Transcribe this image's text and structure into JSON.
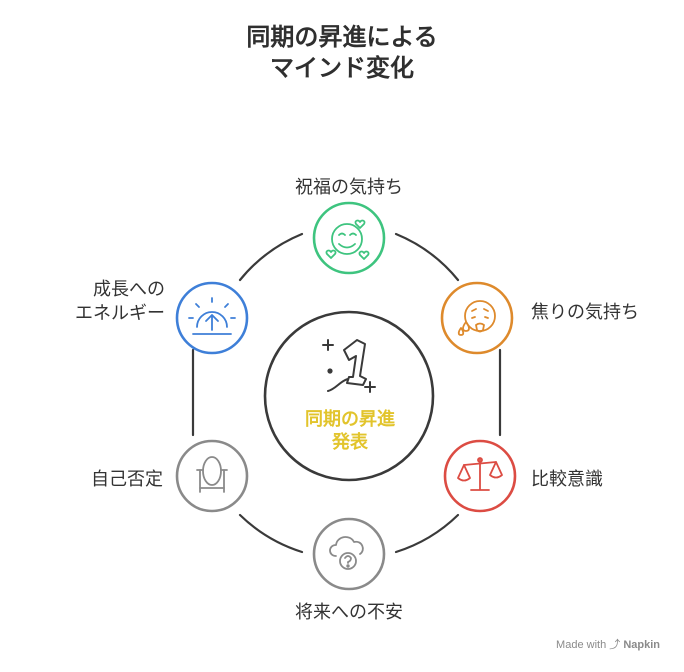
{
  "title": {
    "line1": "同期の昇進による",
    "line2": "マインド変化"
  },
  "center": {
    "line1": "同期の昇進",
    "line2": "発表",
    "icon": "number-one-sparkle-icon",
    "color": "#e2c42c"
  },
  "nodes": [
    {
      "id": "celebration",
      "label": "祝福の気持ち",
      "icon": "smiling-face-hearts-icon",
      "color": "#3ec47f"
    },
    {
      "id": "impatience",
      "label": "焦りの気持ち",
      "icon": "sweating-face-tongue-icon",
      "color": "#de8a2c"
    },
    {
      "id": "comparison",
      "label": "比較意識",
      "icon": "balance-scale-icon",
      "color": "#dc4c43"
    },
    {
      "id": "anxiety",
      "label": "将来への不安",
      "icon": "cloud-question-icon",
      "color": "#8a8a8a"
    },
    {
      "id": "self-denial",
      "label": "自己否定",
      "icon": "mirror-icon",
      "color": "#8a8a8a"
    },
    {
      "id": "growth",
      "label_line1": "成長への",
      "label_line2": "エネルギー",
      "icon": "sunrise-arrow-icon",
      "color": "#3e7fd8"
    }
  ],
  "credit": {
    "prefix": "Made with",
    "brand": "Napkin"
  }
}
